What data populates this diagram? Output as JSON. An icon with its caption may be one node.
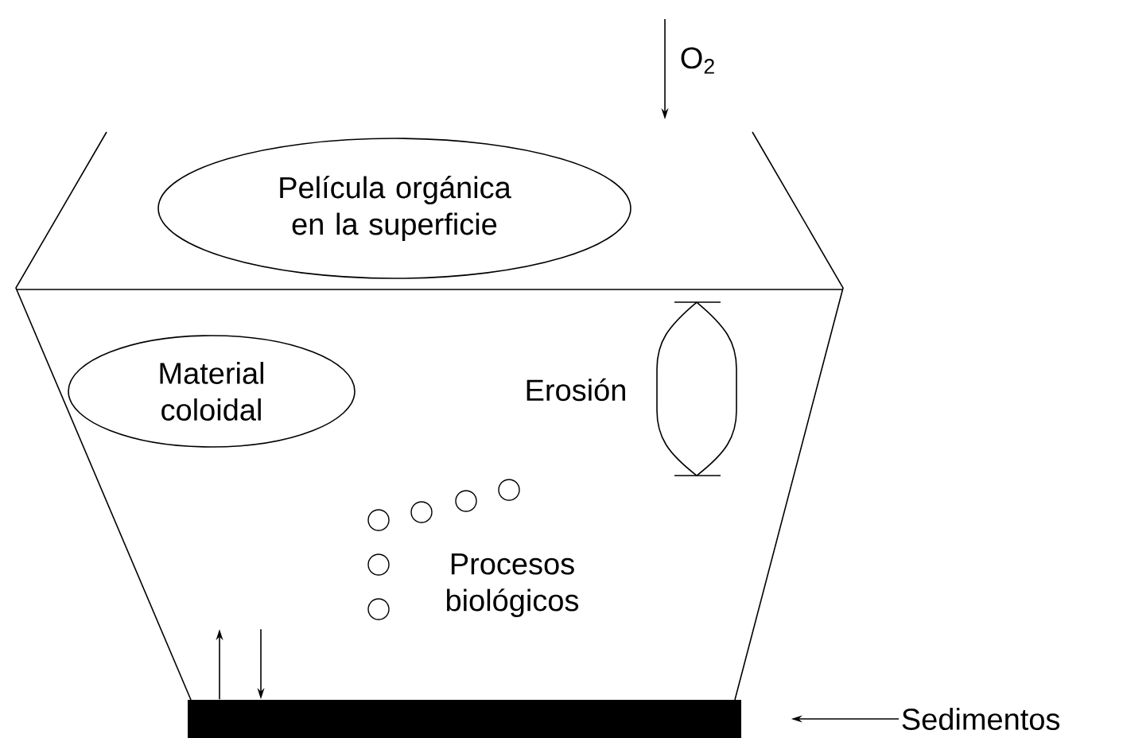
{
  "diagram": {
    "nodes": [
      {
        "text": [
          "Película orgánica en la superficie"
        ]
      },
      {
        "text": [
          "Material coloidal"
        ]
      },
      {
        "text": [
          "Sedimentos"
        ]
      },
      {
        "text": [],
        "shape": "bar"
      }
    ],
    "edges": [
      {
        "from": 2,
        "to": 3,
        "arrow": "to"
      },
      {
        "from": 3,
        "to": null,
        "arrow": "to"
      },
      {
        "from": null,
        "to": 3,
        "arrow": "to"
      }
    ],
    "labels": [
      "O$_{2}$",
      "Erosión",
      "Procesos biológicos"
    ]
  }
}
